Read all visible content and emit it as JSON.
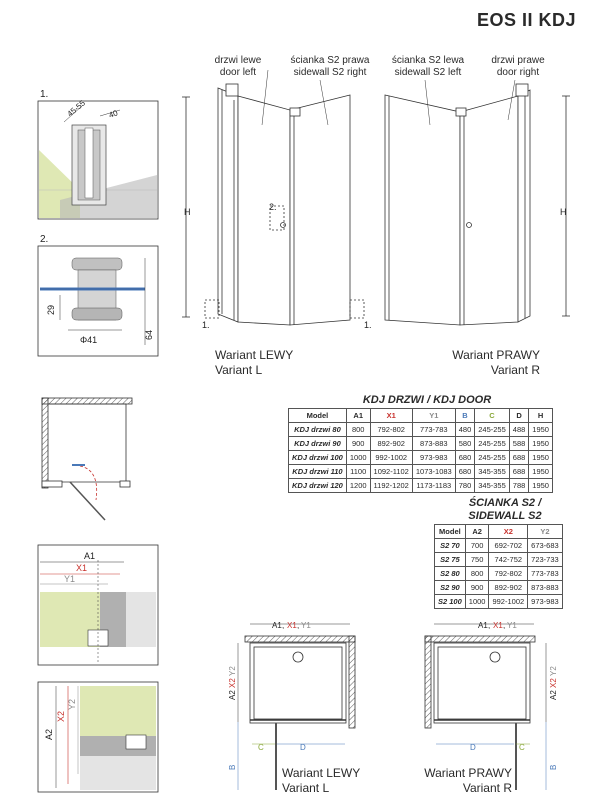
{
  "title": "EOS II KDJ",
  "labels": {
    "door_left": [
      "drzwi lewe",
      "door left"
    ],
    "sidewall_right": [
      "ścianka S2 prawa",
      "sidewall S2 right"
    ],
    "sidewall_left": [
      "ścianka S2 lewa",
      "sidewall S2 left"
    ],
    "door_right": [
      "drzwi prawe",
      "door right"
    ],
    "variant_left": [
      "Wariant LEWY",
      "Variant L"
    ],
    "variant_right": [
      "Wariant PRAWY",
      "Variant R"
    ],
    "step1": "1.",
    "step2": "2.",
    "dim_45_55": "45-55",
    "dim_40": "40",
    "dim_29": "29",
    "dim_phi41": "Φ41",
    "dim_64": "64",
    "H": "H",
    "marker1": "1.",
    "marker2": "2.",
    "A1": "A1",
    "X1": "X1",
    "Y1": "Y1",
    "A2": "A2",
    "X2": "X2",
    "Y2": "Y2",
    "B": "B",
    "C": "C",
    "D": "D",
    "comma": ","
  },
  "door_table": {
    "title": "KDJ DRZWI / KDJ DOOR",
    "headers": [
      "Model",
      "A1",
      "X1",
      "Y1",
      "B",
      "C",
      "D",
      "H"
    ],
    "rows": [
      [
        "KDJ drzwi 80",
        "800",
        "792-802",
        "773-783",
        "480",
        "245-255",
        "488",
        "1950"
      ],
      [
        "KDJ drzwi 90",
        "900",
        "892-902",
        "873-883",
        "580",
        "245-255",
        "588",
        "1950"
      ],
      [
        "KDJ drzwi 100",
        "1000",
        "992-1002",
        "973-983",
        "680",
        "245-255",
        "688",
        "1950"
      ],
      [
        "KDJ drzwi 110",
        "1100",
        "1092-1102",
        "1073-1083",
        "680",
        "345-355",
        "688",
        "1950"
      ],
      [
        "KDJ drzwi 120",
        "1200",
        "1192-1202",
        "1173-1183",
        "780",
        "345-355",
        "788",
        "1950"
      ]
    ]
  },
  "side_table": {
    "title_line1": "ŚCIANKA S2 /",
    "title_line2": "SIDEWALL S2",
    "headers": [
      "Model",
      "A2",
      "X2",
      "Y2"
    ],
    "rows": [
      [
        "S2 70",
        "700",
        "692-702",
        "673-683"
      ],
      [
        "S2 75",
        "750",
        "742-752",
        "723-733"
      ],
      [
        "S2 80",
        "800",
        "792-802",
        "773-783"
      ],
      [
        "S2 90",
        "900",
        "892-902",
        "873-883"
      ],
      [
        "S2 100",
        "1000",
        "992-1002",
        "973-983"
      ]
    ]
  },
  "colors": {
    "red": "#c8322d",
    "blue": "#4a79b8",
    "green": "#8aa83a",
    "wall_green": "#dfe8b4",
    "grey": "#a8a8a8"
  }
}
